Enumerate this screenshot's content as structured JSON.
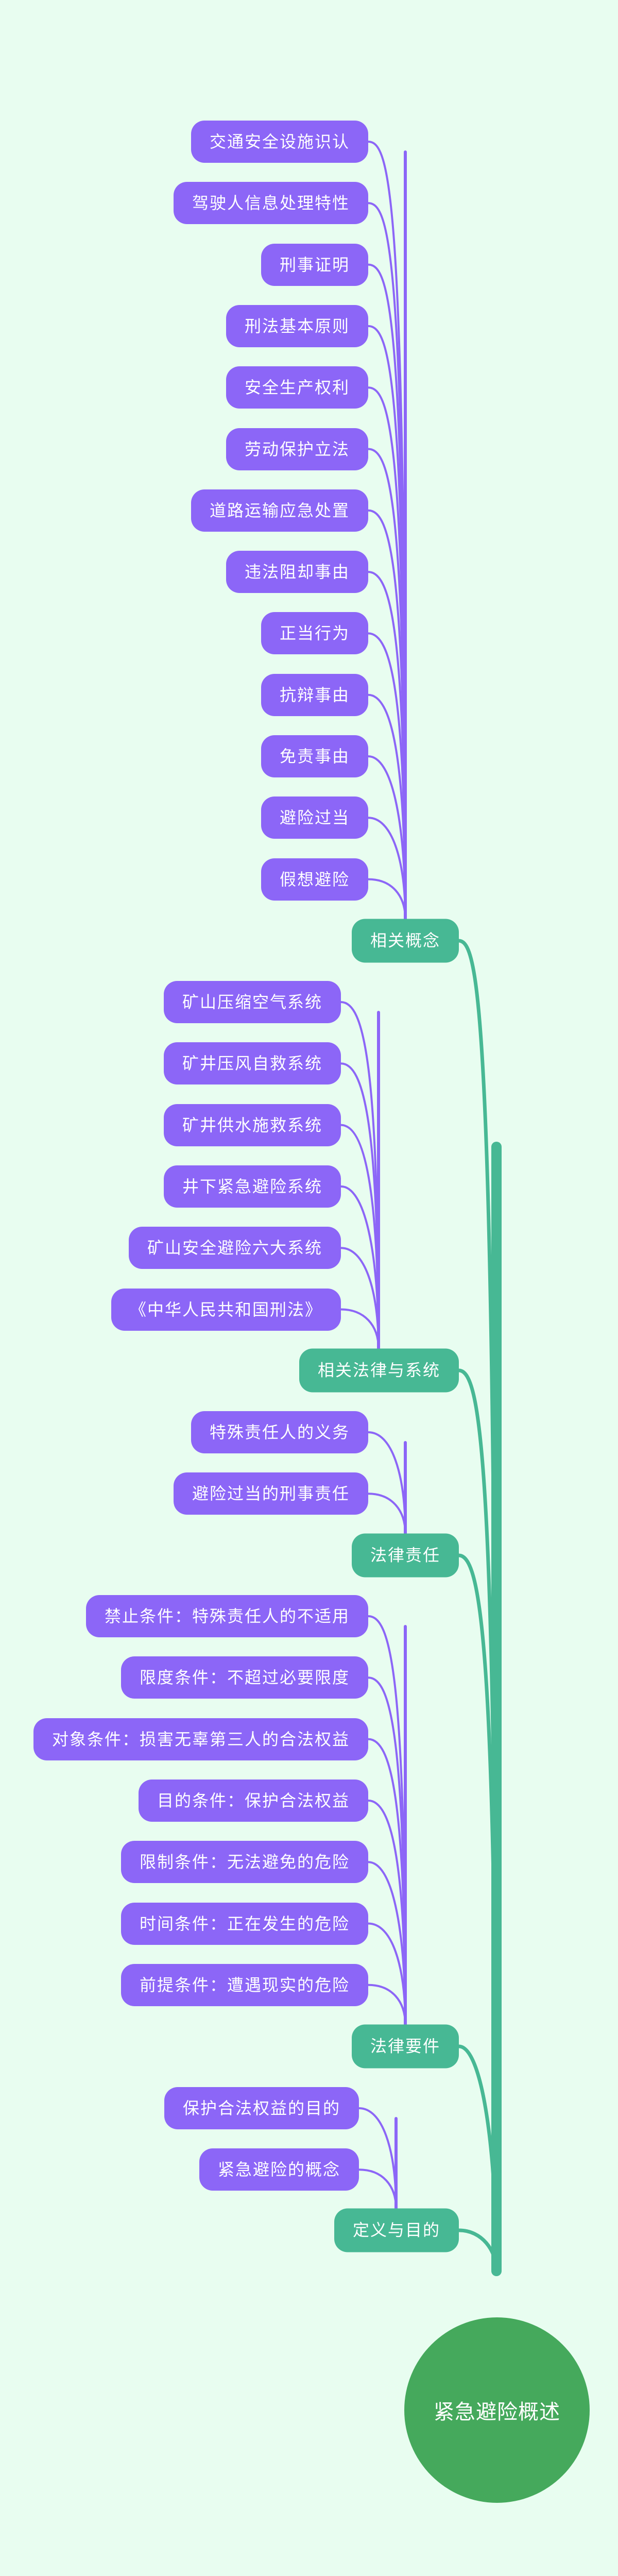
{
  "root": {
    "label": "紧急避险概述"
  },
  "colors": {
    "background": "#e8fdf0",
    "leaf": "#8c66f7",
    "branch": "#47b894",
    "root": "#45a95c"
  },
  "branches": [
    {
      "label": "相关概念",
      "children": [
        "交通安全设施识认",
        "驾驶人信息处理特性",
        "刑事证明",
        "刑法基本原则",
        "安全生产权利",
        "劳动保护立法",
        "道路运输应急处置",
        "违法阻却事由",
        "正当行为",
        "抗辩事由",
        "免责事由",
        "避险过当",
        "假想避险"
      ]
    },
    {
      "label": "相关法律与系统",
      "children": [
        "矿山压缩空气系统",
        "矿井压风自救系统",
        "矿井供水施救系统",
        "井下紧急避险系统",
        "矿山安全避险六大系统",
        "《中华人民共和国刑法》"
      ]
    },
    {
      "label": "法律责任",
      "children": [
        "特殊责任人的义务",
        "避险过当的刑事责任"
      ]
    },
    {
      "label": "法律要件",
      "children": [
        "禁止条件：特殊责任人的不适用",
        "限度条件：不超过必要限度",
        "对象条件：损害无辜第三人的合法权益",
        "目的条件：保护合法权益",
        "限制条件：无法避免的危险",
        "时间条件：正在发生的危险",
        "前提条件：遭遇现实的危险"
      ]
    },
    {
      "label": "定义与目的",
      "children": [
        "保护合法权益的目的",
        "紧急避险的概念"
      ]
    }
  ]
}
